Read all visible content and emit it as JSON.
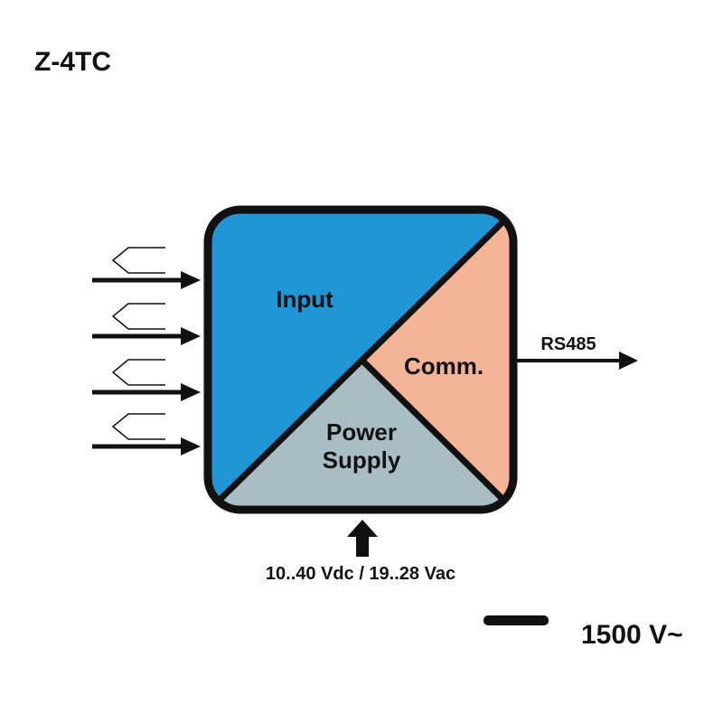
{
  "title": "Z-4TC",
  "blocks": {
    "input": {
      "label": "Input"
    },
    "comm": {
      "label": "Comm."
    },
    "power": {
      "label_line1": "Power",
      "label_line2": "Supply"
    }
  },
  "output": {
    "label": "RS485"
  },
  "supply": {
    "label": "10..40 Vdc / 19..28 Vac"
  },
  "isolation": {
    "label": "1500 V~"
  },
  "thermocouple_inputs": 4,
  "colors": {
    "input": "#2196d6",
    "comm": "#f5b496",
    "power": "#a9bec4",
    "outline": "#111111"
  }
}
